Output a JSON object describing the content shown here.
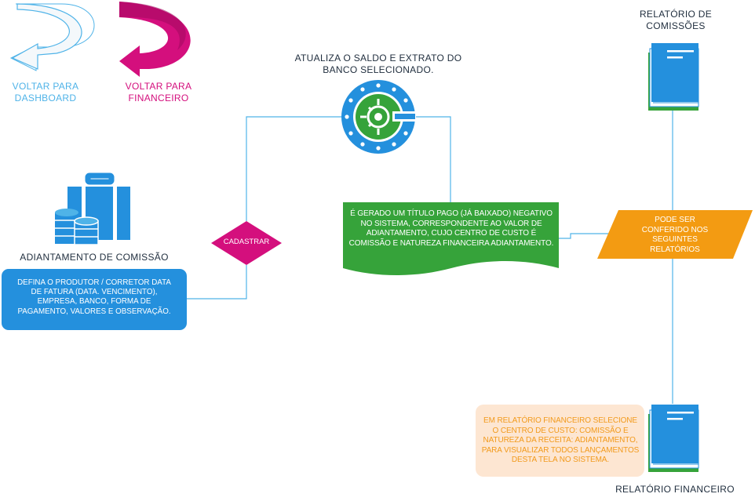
{
  "nav": {
    "back_dashboard": "VOLTAR PARA DASHBOARD",
    "back_financeiro": "VOLTAR PARA FINANCEIRO"
  },
  "bank": {
    "caption": "ATUALIZA O SALDO E EXTRATO DO BANCO SELECIONADO."
  },
  "adiantamento": {
    "title": "ADIANTAMENTO DE COMISSÃO",
    "instructions": "DEFINA O PRODUTOR / CORRETOR DATA DE FATURA (DATA. VENCIMENTO), EMPRESA, BANCO, FORMA DE PAGAMENTO, VALORES E OBSERVAÇÃO."
  },
  "cadastrar": {
    "label": "CADASTRAR"
  },
  "titulo": {
    "text": "É GERADO UM TÍTULO PAGO (JÁ BAIXADO) NEGATIVO NO SISTEMA, CORRESPONDENTE AO VALOR DE ADIANTAMENTO, CUJO CENTRO DE CUSTO É COMISSÃO E NATUREZA FINANCEIRA ADIANTAMENTO."
  },
  "conferido": {
    "text": "PODE SER CONFERIDO NOS SEGUINTES RELATÓRIOS"
  },
  "relatorio_comissoes": {
    "label": "RELATÓRIO DE COMISSÕES"
  },
  "relatorio_financeiro": {
    "label": "RELATÓRIO FINANCEIRO",
    "note": "EM RELATÓRIO FINANCEIRO SELECIONE O CENTRO DE CUSTO: COMISSÃO E NATUREZA DA RECEITA: ADIANTAMENTO, PARA VISUALIZAR TODOS LANÇAMENTOS DESTA TELA NO SISTEMA."
  },
  "colors": {
    "connector": "#4fb3e8",
    "blue": "#2490dd",
    "green": "#36a33a",
    "orange": "#f39b12",
    "magenta": "#d40f7d",
    "note_bg": "#fde6d2",
    "note_text": "#f29a1c",
    "dark_text": "#1f2d3d"
  }
}
